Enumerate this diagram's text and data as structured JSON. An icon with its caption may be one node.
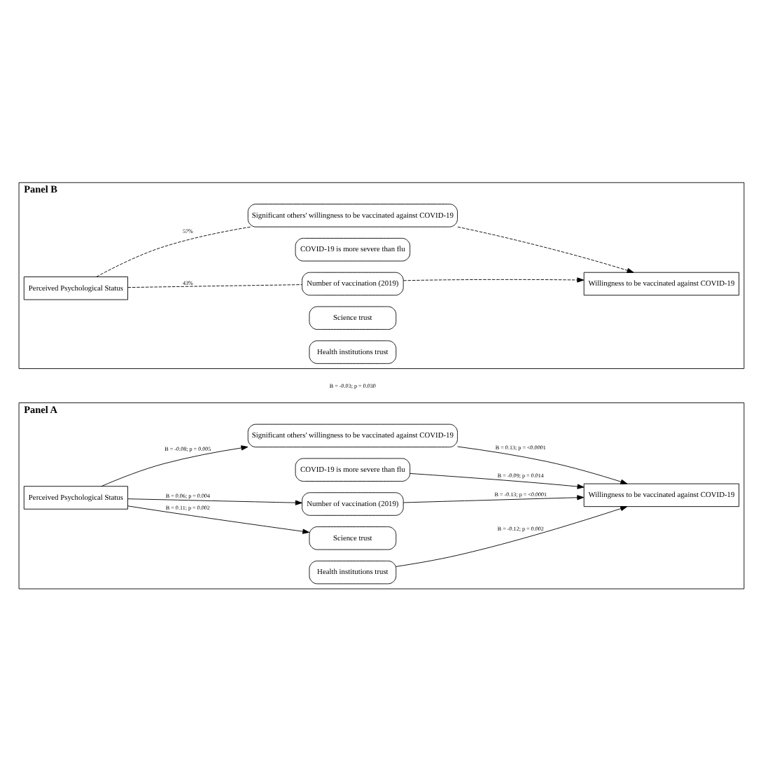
{
  "diagram": {
    "nodes": [
      {
        "text": [
          "Panel A"
        ]
      },
      {
        "text": [
          "Perceived Psychological Status"
        ],
        "in": 0
      },
      {
        "text": [
          "Health institutions trust"
        ],
        "in": 0
      },
      {
        "text": [
          "Science trust"
        ],
        "in": 0
      },
      {
        "text": [
          "Number of vaccination (2019)"
        ],
        "in": 0
      },
      {
        "text": [
          "COVID-19 is more severe than flu"
        ],
        "in": 0
      },
      {
        "text": [
          "Significant others' willingness to be vaccinated against COVID-19"
        ],
        "in": 0
      },
      {
        "text": [
          "Willingness to be vaccinated against COVID-19"
        ],
        "in": 0
      },
      {
        "text": [
          "Panel B"
        ]
      },
      {
        "text": [
          "Perceived Psychological Status"
        ],
        "in": 8
      },
      {
        "text": [
          "Health institutions trust"
        ],
        "in": 8
      },
      {
        "text": [
          "Science trust"
        ],
        "in": 8
      },
      {
        "text": [
          "Number of vaccination (2019)"
        ],
        "in": 8
      },
      {
        "text": [
          "COVID-19 is more severe than flu"
        ],
        "in": 8
      },
      {
        "text": [
          "Significant others' willingness to be vaccinated against COVID-19"
        ],
        "in": 8
      },
      {
        "text": [
          "Willingness to be vaccinated against COVID-19"
        ],
        "in": 8
      }
    ],
    "edges": [
      {
        "from": 1,
        "to": 3,
        "arrow": "to",
        "label": "B = 0.11; p = 0.002"
      },
      {
        "from": 1,
        "to": 4,
        "arrow": "to",
        "label": "B = 0.06; p = 0.004"
      },
      {
        "from": 1,
        "to": 6,
        "arrow": "to",
        "label": "B = -0.08; p = 0.005"
      },
      {
        "from": 2,
        "to": 7,
        "arrow": "to",
        "label": "B = -0.12; p = 0.002"
      },
      {
        "from": 4,
        "to": 7,
        "arrow": "to",
        "label": "B = -0.13; p = <0.0001"
      },
      {
        "from": 5,
        "to": 7,
        "arrow": "to",
        "label": "B = -0.09; p = 0.014"
      },
      {
        "from": 6,
        "to": 7,
        "arrow": "to",
        "label": "B = 0.13; p = <0.0001"
      },
      {
        "from": 9,
        "to": 12,
        "arrow": "none",
        "label": "43%",
        "style": "dashed"
      },
      {
        "from": 12,
        "to": 15,
        "arrow": "to",
        "style": "dashed"
      },
      {
        "from": 9,
        "to": 14,
        "arrow": "none",
        "label": "57%",
        "style": "dashed"
      },
      {
        "from": 14,
        "to": 15,
        "arrow": "to",
        "style": "dashed"
      }
    ],
    "labels": [
      "B = -0.03; p = 0.030"
    ]
  }
}
